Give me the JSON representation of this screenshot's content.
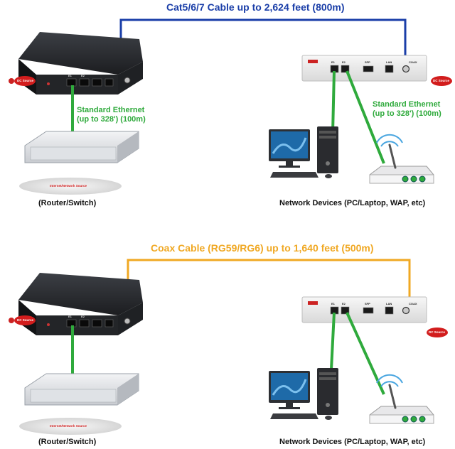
{
  "panels": [
    {
      "cable_label": "Cat5/6/7 Cable up to 2,624 feet (800m)",
      "cable_color": "#1a3ea8",
      "left_ethernet": [
        "Standard Ethernet",
        "(up to 328') (100m)"
      ],
      "right_ethernet": [
        "Standard Ethernet",
        "(up to 328') (100m)"
      ],
      "router_caption": "(Router/Switch)",
      "devices_caption": "Network Devices (PC/Laptop, WAP, etc)",
      "source_badge": "Internet/Network Source",
      "power_left": "DC Source",
      "power_right": "DC Source",
      "remote_ports": [
        "E1",
        "E2",
        "SFP",
        "LAN",
        "COAX"
      ],
      "master_ports": [
        "E1",
        "E2"
      ]
    },
    {
      "cable_label": "Coax Cable (RG59/RG6) up to 1,640 feet (500m)",
      "cable_color": "#f0a823",
      "router_caption": "(Router/Switch)",
      "devices_caption": "Network Devices (PC/Laptop, WAP, etc)",
      "source_badge": "Internet/Network Source",
      "power_left": "DC Source",
      "power_right": "DC Source",
      "remote_ports": [
        "E1",
        "E2",
        "SFP",
        "LAN",
        "COAX"
      ],
      "master_ports": [
        "E1",
        "E2"
      ]
    }
  ],
  "colors": {
    "ethernet": "#2faa3c",
    "device_body": "#2a2c30",
    "remote_body": "#ececec",
    "badge": "#d21d1d"
  },
  "icons": [
    "router-switch-icon",
    "pc-monitor-icon",
    "pc-tower-icon",
    "keyboard-icon",
    "wap-icon",
    "power-plug-icon"
  ]
}
